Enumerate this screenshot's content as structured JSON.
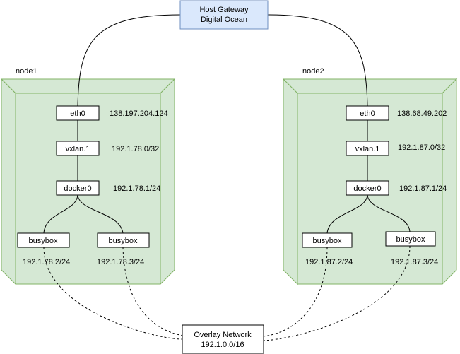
{
  "colors": {
    "gateway_fill": "#dae8fc",
    "gateway_stroke": "#6c8ebf",
    "node_fill": "#d5e8d4",
    "node_stroke": "#82b366",
    "line": "#000000",
    "box_fill": "#ffffff"
  },
  "gateway": {
    "line1": "Host Gateway",
    "line2": "Digital Ocean"
  },
  "overlay": {
    "line1": "Overlay Network",
    "line2": "192.1.0.0/16"
  },
  "nodes": [
    {
      "name": "node1",
      "eth0": {
        "label": "eth0",
        "ip": "138.197.204.124"
      },
      "vxlan": {
        "label": "vxlan.1",
        "ip": "192.1.78.0/32"
      },
      "docker": {
        "label": "docker0",
        "ip": "192.1.78.1/24"
      },
      "containers": [
        {
          "label": "busybox",
          "ip": "192.1.78.2/24"
        },
        {
          "label": "busybox",
          "ip": "192.1.78.3/24"
        }
      ]
    },
    {
      "name": "node2",
      "eth0": {
        "label": "eth0",
        "ip": "138.68.49.202"
      },
      "vxlan": {
        "label": "vxlan.1",
        "ip": "192.1.87.0/32"
      },
      "docker": {
        "label": "docker0",
        "ip": "192.1.87.1/24"
      },
      "containers": [
        {
          "label": "busybox",
          "ip": "192.1.87.2/24"
        },
        {
          "label": "busybox",
          "ip": "192.1.87.3/24"
        }
      ]
    }
  ]
}
